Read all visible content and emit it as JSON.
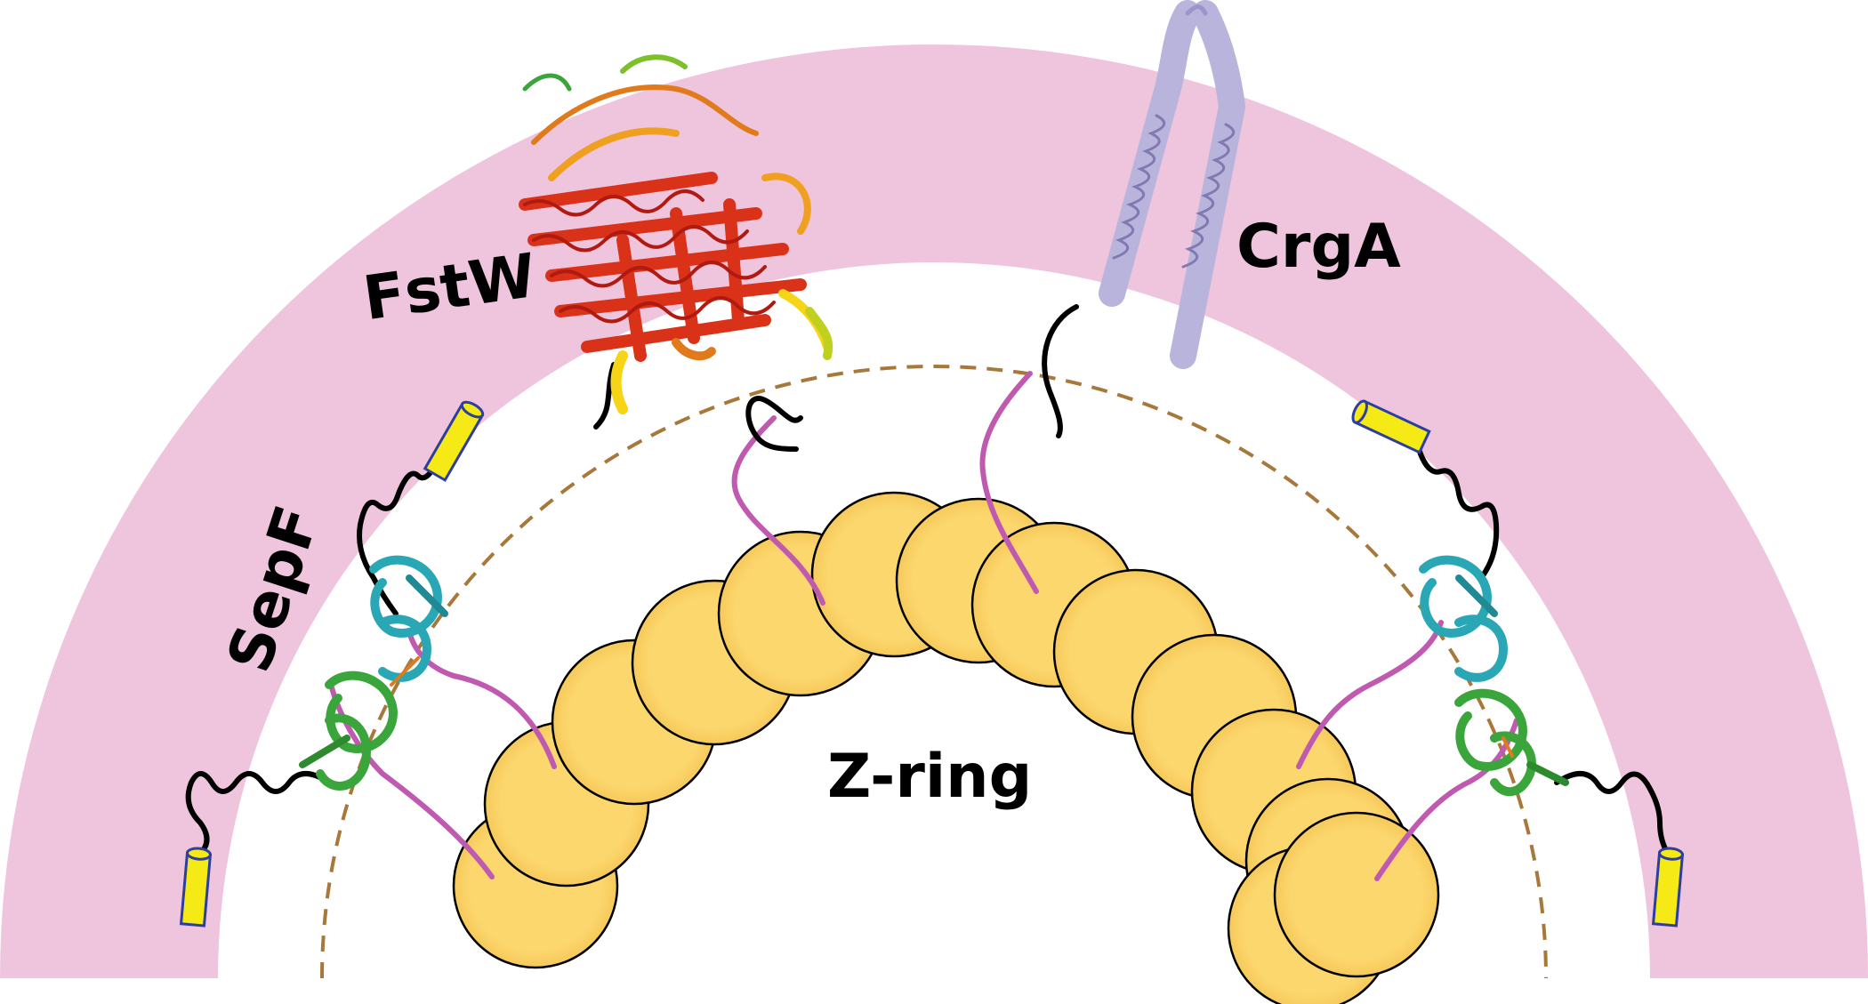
{
  "labels": {
    "fstw": "FstW",
    "crga": "CrgA",
    "sepf": "SepF",
    "zring": "Z-ring"
  },
  "colors": {
    "membrane": "#efc4dd",
    "ftsz_fill": "#fcd76e",
    "ctail": "#c05ab0",
    "linker": "#000000",
    "dashed_ring": "#a8773a",
    "helix_cylinder": "#f5ea16",
    "sepf_domain_1": "#2aa7b4",
    "sepf_domain_2": "#3aa53a",
    "crga_helix": "#b8b4dc",
    "fstw_core": "#d93218"
  },
  "icons": [
    "fstw-protein-structure",
    "crga-protein-structure",
    "sepf-protein-structure",
    "membrane-helix-cylinder"
  ]
}
